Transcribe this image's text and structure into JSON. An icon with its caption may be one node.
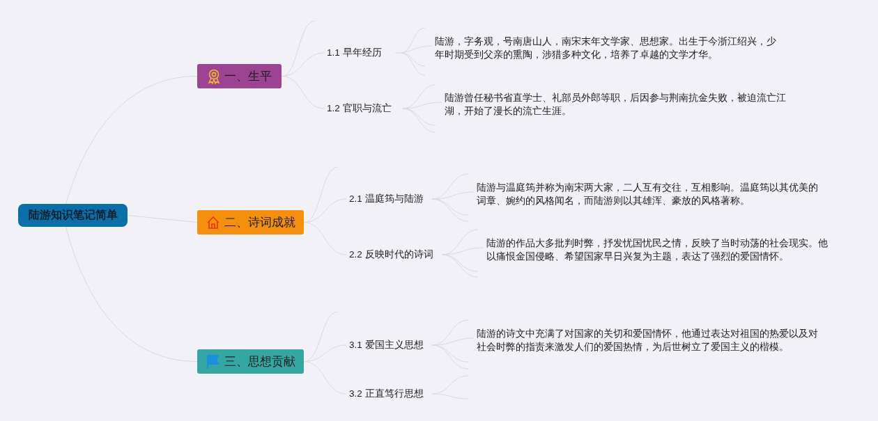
{
  "diagram": {
    "nodes": [
      {
        "text": [
          "陆游知识笔记简单"
        ]
      },
      {
        "text": [
          "一、生平"
        ]
      },
      {
        "text": [
          "1.1 早年经历"
        ]
      },
      {
        "text": [
          "陆游，字务观，号南唐山人，南宋末年文学家、思想家。出生于今浙江绍兴，少年时期受到父亲的熏陶，涉猎多种文化，培养了卓越的文学才华。"
        ]
      },
      {
        "text": [
          "1.2 官职与流亡"
        ]
      },
      {
        "text": [
          "陆游曾任秘书省直学士、礼部员外郎等职，后因参与荆南抗金失败，被迫流亡江湖，开始了漫长的流亡生涯。"
        ]
      },
      {
        "text": [
          "二、诗词成就"
        ]
      },
      {
        "text": [
          "2.1 温庭筠与陆游"
        ]
      },
      {
        "text": [
          "陆游与温庭筠并称为南宋两大家，二人互有交往，互相影响。温庭筠以其优美的词章、婉约的风格闻名，而陆游则以其雄浑、豪放的风格著称。"
        ]
      },
      {
        "text": [
          "2.2 反映时代的诗词"
        ]
      },
      {
        "text": [
          "陆游的作品大多批判时弊，抒发忧国忧民之情，反映了当时动荡的社会现实。他以痛恨金国侵略、希望国家早日兴复为主题，表达了强烈的爱国情怀。"
        ]
      },
      {
        "text": [
          "三、思想贡献"
        ]
      },
      {
        "text": [
          "3.1 爱国主义思想"
        ]
      },
      {
        "text": [
          "陆游的诗文中充满了对国家的关切和爱国情怀，他通过表达对祖国的热爱以及对社会时弊的指责来激发人们的爱国热情，为后世树立了爱国主义的楷模。"
        ]
      },
      {
        "text": [
          "3.2 正直笃行思想"
        ]
      }
    ],
    "edges": [
      {
        "from": 0,
        "to": 1,
        "arrow": "none"
      },
      {
        "from": 0,
        "to": 6,
        "arrow": "none"
      },
      {
        "from": 0,
        "to": 11,
        "arrow": "none"
      },
      {
        "from": 1,
        "to": 2,
        "arrow": "none"
      },
      {
        "from": 1,
        "to": 4,
        "arrow": "none"
      },
      {
        "from": 2,
        "to": 3,
        "arrow": "none"
      },
      {
        "from": 4,
        "to": 5,
        "arrow": "none"
      },
      {
        "from": 6,
        "to": 7,
        "arrow": "none"
      },
      {
        "from": 6,
        "to": 9,
        "arrow": "none"
      },
      {
        "from": 7,
        "to": 8,
        "arrow": "none"
      },
      {
        "from": 9,
        "to": 10,
        "arrow": "none"
      },
      {
        "from": 11,
        "to": 12,
        "arrow": "none"
      },
      {
        "from": 11,
        "to": 14,
        "arrow": "none"
      },
      {
        "from": 12,
        "to": 13,
        "arrow": "none"
      }
    ]
  }
}
